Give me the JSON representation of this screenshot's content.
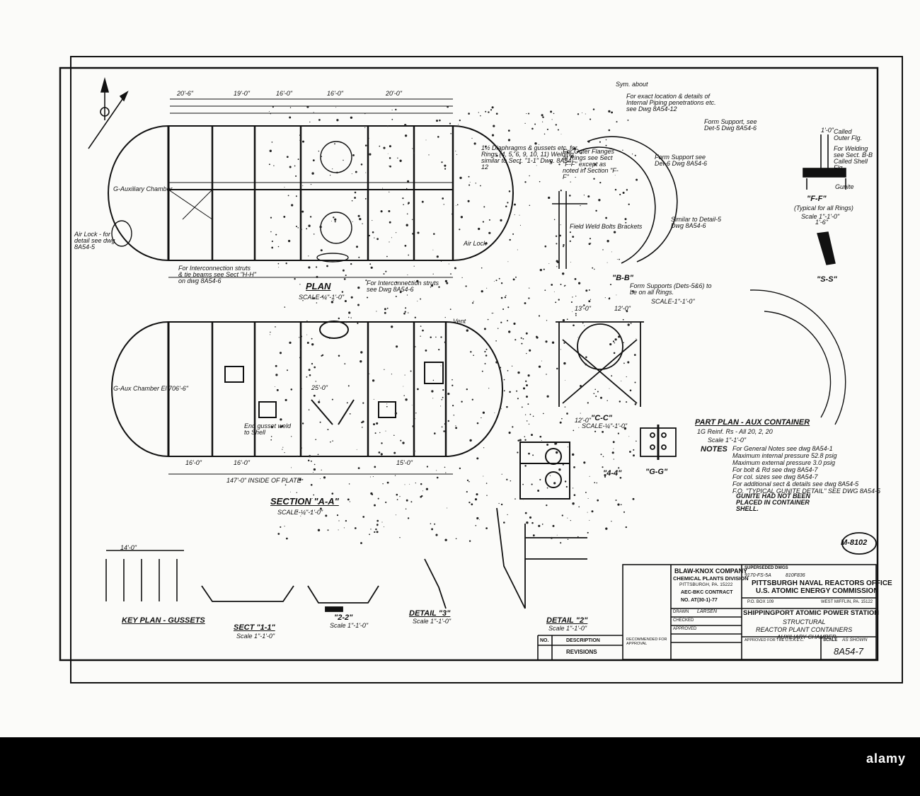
{
  "views": {
    "plan": {
      "title": "PLAN",
      "scale": "SCALE-¼\"-1'-0\""
    },
    "section_aa": {
      "title": "SECTION \"A-A\"",
      "scale": "SCALE-¼\"-1'-0\"",
      "inside_dim": "147'-0\" INSIDE OF PLATE"
    },
    "bb": {
      "title": "\"B-B\"",
      "note": "Form Supports (Dets-5&6) to be on all Rings.",
      "scale": "SCALE-1\"-1'-0\""
    },
    "ff": {
      "title": "\"F-F\"",
      "note": "(Typical for all Rings)",
      "scale": "Scale 1\"-1'-0\""
    },
    "ss": {
      "title": "\"S-S\""
    },
    "cc": {
      "title": "\"C-C\"",
      "scale": "SCALE-¼\"-1'-0\""
    },
    "gg": {
      "title": "\"G-G\""
    },
    "44": {
      "title": "\"4-4\""
    },
    "part_plan": {
      "title": "PART PLAN - AUX CONTAINER",
      "sub": "1G Reinf. Rs - All 20, 2, 20",
      "scale": "Scale 1\"-1'-0\""
    },
    "key_plan": {
      "title": "KEY PLAN - GUSSETS"
    },
    "sect_11": {
      "title": "SECT \"1-1\"",
      "scale": "Scale 1\"-1'-0\""
    },
    "22": {
      "title": "\"2-2\"",
      "scale": "Scale 1\"-1'-0\""
    },
    "detail_3": {
      "title": "DETAIL \"3\"",
      "scale": "Scale 1\"-1'-0\""
    },
    "detail_2": {
      "title": "DETAIL \"2\"",
      "scale": "Scale 1\"-1'-0\""
    }
  },
  "annotations": {
    "aux_chamber_plan": "G-Auxiliary Chamber",
    "aux_chamber_section": "G-Aux Chamber El 706'-6\"",
    "air_lock": "Air Lock - for detail see dwg 8A54-5",
    "air_lock_right": "Air Lock",
    "diaphragm": "1½ Diaphragms & gussets etc. for Rings (4, 5, 6, 9, 10, 11) Welding similar to Sect. \"1-1\" Dwg. 8A54-12",
    "exact_location": "For exact location & details of Internal Piping penetrations etc. see Dwg 8A54-12",
    "form_support_5": "Form Support, see Det-5 Dwg 8A54-6",
    "form_support_6": "Form Support see Det-6 Dwg 8A54-6",
    "outer_flange": "For Outer Flanges at Rings see Sect \"F-F\" except as noted in Section \"F-F\"",
    "called_outer_flg": "Called Outer Flg.",
    "welding_see": "For Welding see Sect. B-B Called Shell Flg.",
    "gunite": "Gunite",
    "gunite_note": "GUNITE HAD NOT BEEN PLACED IN CONTAINER SHELL.",
    "interconnection_1": "For Interconnection struts & tie beams see Sect \"H-H\" on dwg 8A54-6",
    "interconnection_2": "For Interconnection struts see Dwg 8A54-6",
    "field_weld": "Field Weld Bolts Brackets",
    "end_gusset": "End gusset weld to Shell",
    "vent": "Vent",
    "sym_about": "Sym. about",
    "similar_detail": "Similar to Detail-5 Dwg 8A54-6"
  },
  "dimensions": [
    "20'-6\"",
    "19'-0\"",
    "16'-0\"",
    "16'-0\"",
    "20'-0\"",
    "16'-0\"",
    "16'-0\"",
    "15'-0\"",
    "25'-0\"",
    "13'-0\"",
    "12'-0\"",
    "12'-0\"",
    "14'-0\"",
    "1'-0\"",
    "1'-6\""
  ],
  "notes": {
    "heading": "NOTES",
    "items": [
      "For General Notes see dwg 8A54-1",
      "Maximum internal pressure 52.8 psig",
      "Maximum external pressure 3.0 psig",
      "For bolt & Rd see dwg 8A54-7",
      "For col. sizes see dwg 8A54-7",
      "For additional sect & details see dwg 8A54-5",
      "F.O. \"TYPICAL GUNITE DETAIL\" SEE DWG 8A54-5"
    ]
  },
  "stamp": "M-8102",
  "title_block": {
    "company": "BLAW-KNOX COMPANY",
    "division": "CHEMICAL PLANTS DIVISION",
    "city": "PITTSBURGH, PA. 15222",
    "contract_label": "AEC-BKC CONTRACT",
    "contract_no": "NO. AT(30-1)-77",
    "supersedes": "SUPERSEDED DWGS",
    "supersede_values": [
      "9170-FS-5A",
      "810F836"
    ],
    "office": "PITTSBURGH NAVAL REACTORS OFFICE",
    "commission": "U.S. ATOMIC ENERGY COMMISSION",
    "po_box": "P.O. BOX 109",
    "west_mifflin": "WEST MIFFLIN, PA. 15122",
    "station": "SHIPPINGPORT ATOMIC POWER STATION",
    "line1": "STRUCTURAL",
    "line2": "REACTOR PLANT CONTAINERS",
    "line3": "AUXILIARY CHAMBER",
    "sheet_no": "8A54-7",
    "drawn_label": "DRAWN",
    "drawn_by": "LARSEN",
    "checked_label": "CHECKED",
    "approved_label": "APPROVED",
    "recommended_label": "RECOMMENDED FOR APPROVAL",
    "approved_for": "APPROVED FOR THE U.S.A.E.C.",
    "scale_label": "SCALE",
    "scale_value": "AS SHOWN",
    "revisions_label": "REVISIONS",
    "description_label": "DESCRIPTION",
    "no_label": "NO."
  },
  "watermark": "alamy"
}
